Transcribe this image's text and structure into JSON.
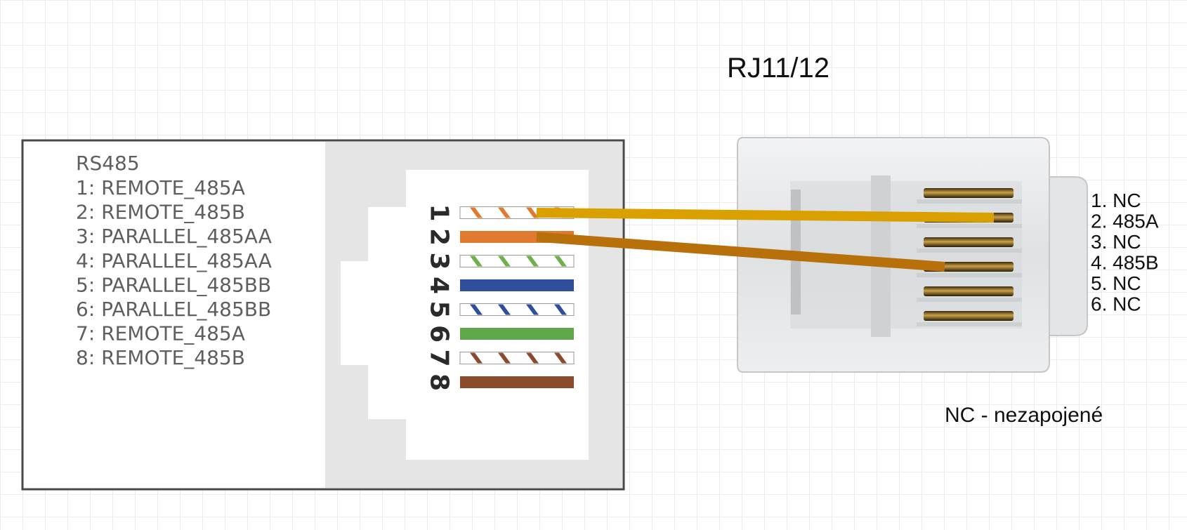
{
  "rj45": {
    "heading": "RS485",
    "pins": [
      {
        "number": "1",
        "label": "1: REMOTE_485A",
        "wire": "#e07a2e",
        "striped": true
      },
      {
        "number": "2",
        "label": "2: REMOTE_485B",
        "wire": "#e07a2e",
        "striped": false
      },
      {
        "number": "3",
        "label": "3: PARALLEL_485AA",
        "wire": "#6fb04e",
        "striped": true
      },
      {
        "number": "4",
        "label": "4: PARALLEL_485AA",
        "wire": "#2f4f9c",
        "striped": false
      },
      {
        "number": "5",
        "label": "5: PARALLEL_485BB",
        "wire": "#2f4f9c",
        "striped": true
      },
      {
        "number": "6",
        "label": "6: PARALLEL_485BB",
        "wire": "#5fa84a",
        "striped": false
      },
      {
        "number": "7",
        "label": "7: REMOTE_485A",
        "wire": "#8a4b2c",
        "striped": true
      },
      {
        "number": "8",
        "label": "8: REMOTE_485B",
        "wire": "#8a4b2c",
        "striped": false
      }
    ]
  },
  "rj11": {
    "title": "RJ11/12",
    "pins": [
      "1. NC",
      "2. 485A",
      "3. NC",
      "4. 485B",
      "5. NC",
      "6. NC"
    ],
    "legend": "NC - nezapojené"
  },
  "connections": [
    {
      "from_pin": "1",
      "to_pin": "2",
      "color": "#d9a000"
    },
    {
      "from_pin": "2",
      "to_pin": "4",
      "color": "#b8700a"
    }
  ]
}
